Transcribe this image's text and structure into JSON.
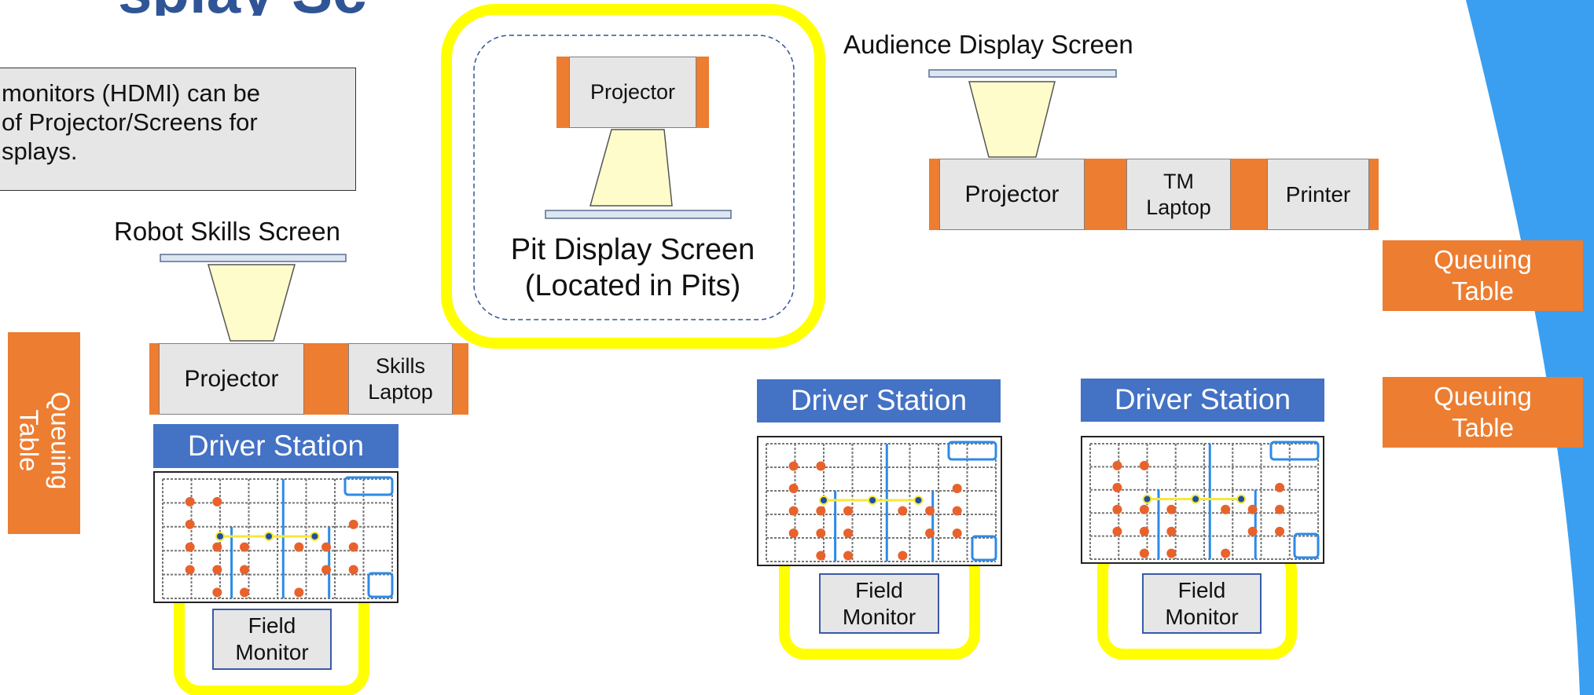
{
  "title_fragment": "splay Sc",
  "note": "monitors (HDMI) can be\nof Projector/Screens for\nsplays.",
  "pit": {
    "projector_label": "Projector",
    "screen_label": "Pit Display Screen\n(Located in Pits)"
  },
  "audience": {
    "screen_label": "Audience Display Screen",
    "projector_label": "Projector",
    "laptop_label": "TM\nLaptop",
    "printer_label": "Printer"
  },
  "skills": {
    "screen_label": "Robot Skills Screen",
    "projector_label": "Projector",
    "laptop_label": "Skills\nLaptop"
  },
  "queuing_tables": [
    "Queuing\nTable",
    "Queuing\nTable",
    "Queuing\nTable"
  ],
  "driver_stations": [
    {
      "label": "Driver Station",
      "monitor_label": "Field\nMonitor"
    },
    {
      "label": "Driver Station",
      "monitor_label": "Field\nMonitor"
    },
    {
      "label": "Driver Station",
      "monitor_label": "Field\nMonitor"
    }
  ],
  "colors": {
    "accent_blue": "#4472c4",
    "title_blue": "#2f5597",
    "decor_blue": "#3a9ff0",
    "orange": "#ed7d31",
    "highlight_yellow": "#ffff00",
    "beam_fill": "#fffccc"
  }
}
